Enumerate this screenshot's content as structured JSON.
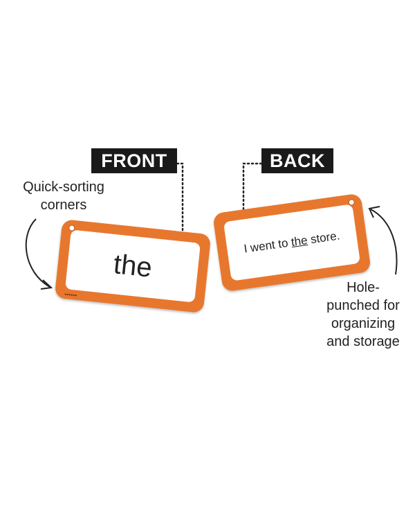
{
  "labels": {
    "front": "FRONT",
    "back": "BACK"
  },
  "callouts": {
    "corners_line1": "Quick-sorting",
    "corners_line2": "corners",
    "hole_line1": "Hole-",
    "hole_line2": "punched for",
    "hole_line3": "organizing",
    "hole_line4": "and storage"
  },
  "front_card": {
    "word": "the"
  },
  "back_card": {
    "sentence_before": "I went to ",
    "sentence_word": "the",
    "sentence_after": " store."
  },
  "colors": {
    "card_orange": "#e8772e",
    "label_bg": "#1a1a1a",
    "text": "#231f20"
  },
  "icons": [
    "curved-arrow-icon",
    "dotted-leader-line"
  ]
}
